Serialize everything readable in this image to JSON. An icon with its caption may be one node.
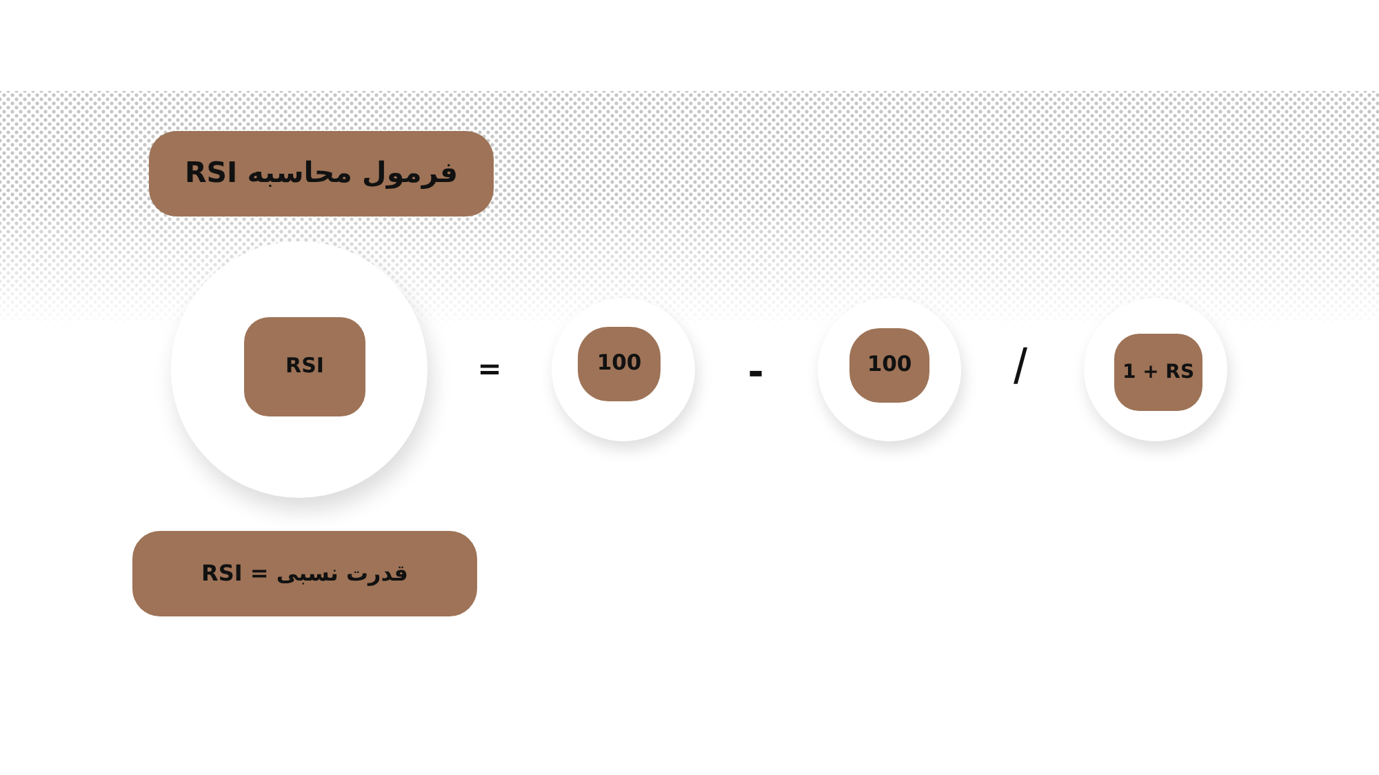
{
  "diagram": {
    "nodes": [
      {
        "text": [
          "فرمول محاسبه RSI"
        ]
      },
      {
        "text": [],
        "shape": "circle"
      },
      {
        "text": [
          "RSI"
        ],
        "in": 1
      },
      {
        "text": [],
        "shape": "circle"
      },
      {
        "text": [
          "100"
        ],
        "in": 3
      },
      {
        "text": [],
        "shape": "circle"
      },
      {
        "text": [
          "100"
        ],
        "in": 5
      },
      {
        "text": [],
        "shape": "circle"
      },
      {
        "text": [
          "1 + RS"
        ],
        "in": 7
      },
      {
        "text": [
          "قدرت نسبی = RSI"
        ]
      }
    ],
    "labels": [
      "=",
      "-",
      "/"
    ]
  }
}
